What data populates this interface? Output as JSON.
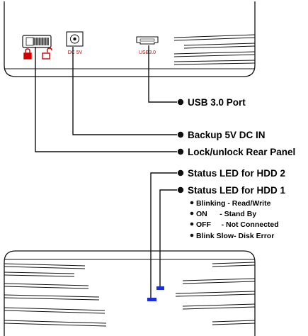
{
  "ports": {
    "dc_label": "DC 5V",
    "usb_label": "USB3.0"
  },
  "callouts": [
    {
      "label": "USB 3.0 Port"
    },
    {
      "label": "Backup 5V DC IN"
    },
    {
      "label": "Lock/unlock Rear Panel"
    },
    {
      "label": "Status LED for HDD 2"
    },
    {
      "label": "Status LED for HDD 1"
    }
  ],
  "led_status": [
    {
      "state": "Blinking",
      "sep": " - ",
      "meaning": "Read/Write"
    },
    {
      "state": "ON",
      "sep": "      - ",
      "meaning": "Stand By"
    },
    {
      "state": "OFF",
      "sep": "     - ",
      "meaning": "Not Connected"
    },
    {
      "state": "Blink Slow",
      "sep": "- ",
      "meaning": "Disk Error"
    }
  ],
  "colors": {
    "accent": "#d40000",
    "led": "#1a2fd6",
    "line": "#111111"
  },
  "icons": {
    "lock_closed": "padlock-closed-icon",
    "lock_open": "padlock-open-icon"
  }
}
